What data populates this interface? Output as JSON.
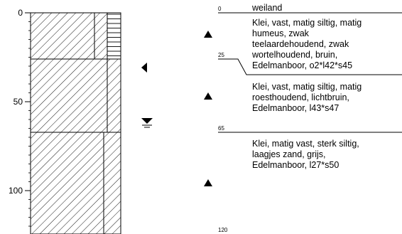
{
  "scale_labels": [
    "0",
    "50",
    "100"
  ],
  "layer_depths": [
    "0",
    "25",
    "65",
    "120"
  ],
  "descriptions": [
    {
      "top_label": "weiland",
      "lines": []
    },
    {
      "lines": [
        "Klei, vast, matig siltig, matig",
        "humeus, zwak",
        "teelaardehoudend, zwak",
        "wortelhoudend, bruin,",
        "Edelmanboor, o2*l42*s45"
      ]
    },
    {
      "lines": [
        "Klei, vast, matig siltig, matig",
        "roesthoudend, lichtbruin,",
        "Edelmanboor, l43*s47"
      ]
    },
    {
      "lines": [
        "Klei, matig vast, sterk siltig,",
        "laagjes zand, grijs,",
        "Edelmanboor, l27*s50"
      ]
    }
  ],
  "symbols": {
    "sample_marker": "filled-triangle-up-icon",
    "water_level": "groundwater-level-icon",
    "level_marker": "filled-triangle-left-icon"
  }
}
